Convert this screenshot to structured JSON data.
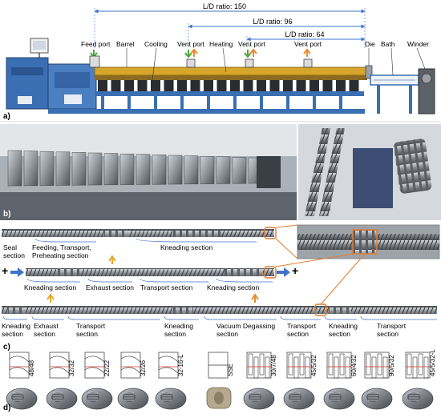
{
  "panel_a": {
    "ld_labels": [
      "L/D ratio: 150",
      "L/D ratio: 96",
      "L/D ratio: 64"
    ],
    "parts": {
      "feed_port": "Feed port",
      "barrel": "Barrel",
      "cooling": "Cooling",
      "vent_port_1": "Vent port",
      "heating": "Heating",
      "vent_port_2": "Vent port",
      "vent_port_3": "Vent port",
      "die": "Die",
      "bath": "Bath",
      "winder": "Winder"
    },
    "letter": "a)"
  },
  "panel_b": {
    "letter": "b)"
  },
  "panel_c": {
    "row1_labels": [
      "Seal\nsection",
      "Feeding, Transport,\nPreheating section",
      "Kneading section"
    ],
    "row2_labels": [
      "Kneading section",
      "Exhaust section",
      "Transport section",
      "Kneading section"
    ],
    "row3_labels": [
      "Kneading\nsection",
      "Exhaust\nsection",
      "Transport\nsection",
      "Kneading\nsection",
      "Vacuum Degassing\nsection",
      "Transport\nsection",
      "Kneading\nsection",
      "Transport\nsection"
    ],
    "plus": "+",
    "letter": "c)"
  },
  "panel_d": {
    "element_codes": [
      "48/48",
      "32/32",
      "22/22",
      "32/26",
      "32-16-L",
      "SSE",
      "30/7/48",
      "45/5/32",
      "60/4/32",
      "90/5/32",
      "45/5/32-L"
    ],
    "letter": "d)"
  },
  "colors": {
    "machine_blue": "#3b6fb3",
    "barrel_yellow": "#d6a52b",
    "arrow_green": "#48a83a",
    "arrow_orange": "#e98a2c",
    "connector_orange": "#e07f33",
    "screw_grey": "#8a8d92",
    "pointer_blue": "#3f73c9"
  }
}
